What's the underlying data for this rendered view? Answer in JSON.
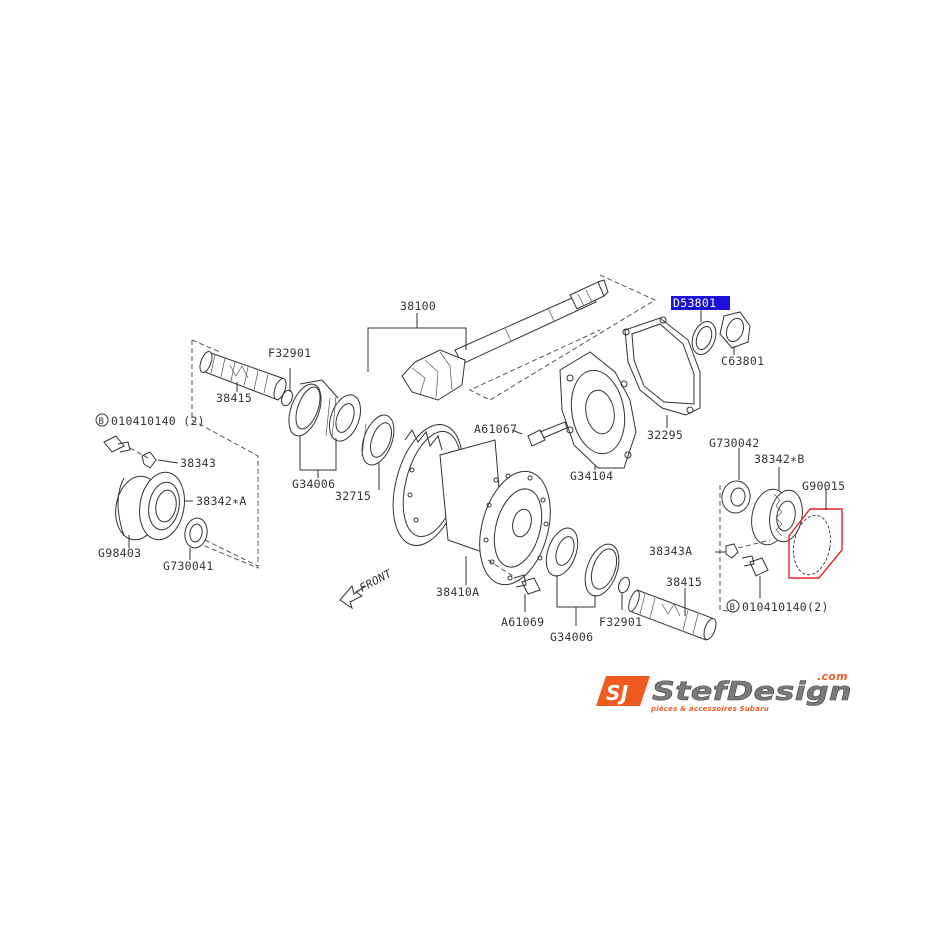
{
  "diagram": {
    "type": "exploded parts diagram",
    "subject": "Front differential / drive pinion assembly",
    "highlight_color": "#1a12d8",
    "selection_color": "#e3242b"
  },
  "labels": {
    "p38100": "38100",
    "p38415_left": "38415",
    "pF32901_left": "F32901",
    "pB_left": "010410140 (2)",
    "pB_left_badge": "B",
    "p38343": "38343",
    "p38342A": "38342∗A",
    "pG98403": "G98403",
    "pG730041": "G730041",
    "pG34006_left": "G34006",
    "p32715": "32715",
    "pD53801": "D53801",
    "pC63801": "C63801",
    "p32295": "32295",
    "pA61067": "A61067",
    "pG34104": "G34104",
    "pG730042": "G730042",
    "p38342B": "38342∗B",
    "pG90015": "G90015",
    "p38343A": "38343A",
    "pB_right": "010410140(2)",
    "pB_right_badge": "B",
    "p38415_right": "38415",
    "pF32901_right": "F32901",
    "pG34006_right": "G34006",
    "pA61069": "A61069",
    "p38410A": "38410A",
    "front": "FRONT"
  },
  "selected_part": "D53801",
  "boxed_part": "G90015",
  "logo": {
    "mark": "SJ",
    "brand": "StefDesign",
    "domain": ".com",
    "tagline": "pièces & accessoires Subaru",
    "orange": "#ef5a1f",
    "gray": "#7a7a7a"
  }
}
